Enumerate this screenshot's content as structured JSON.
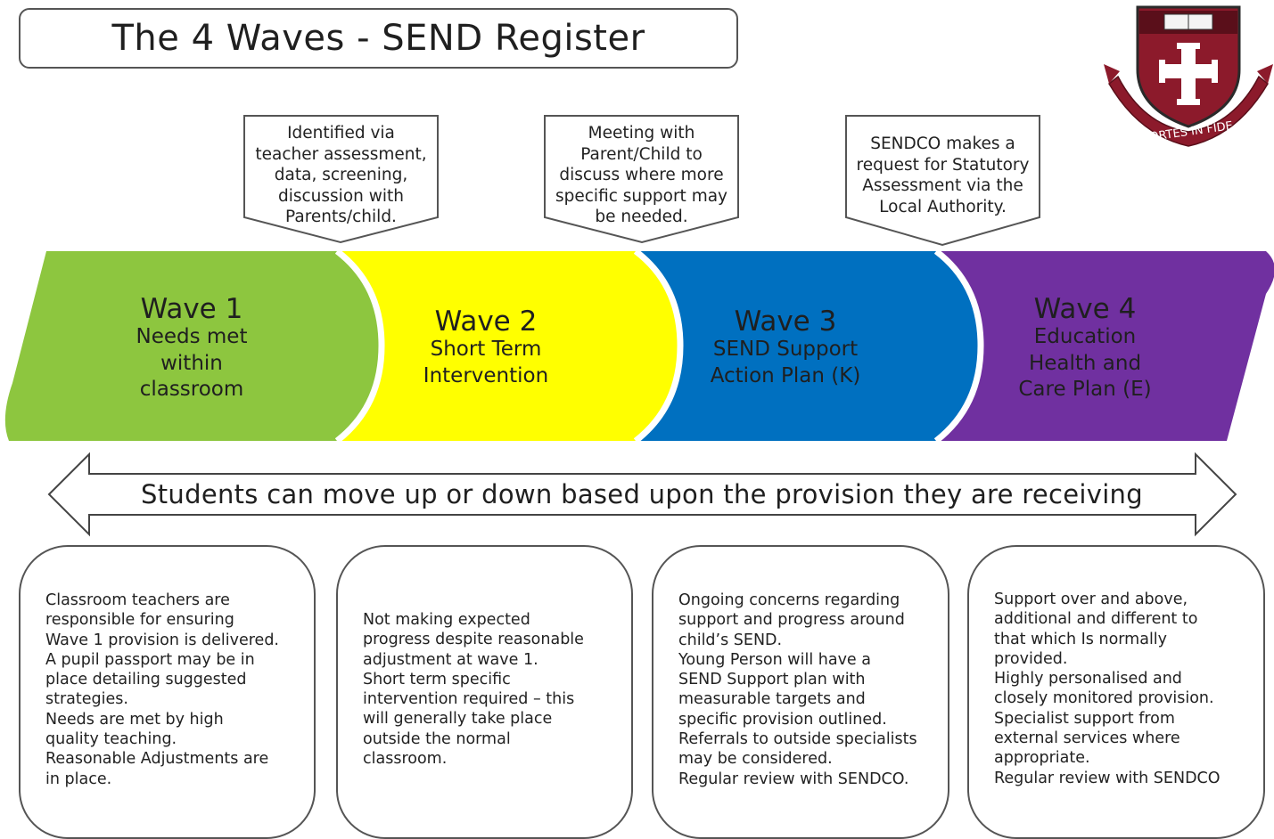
{
  "title": "The 4 Waves - SEND Register",
  "crest": {
    "motto": "FORTES IN FIDE",
    "colors": {
      "shield": "#8c1a2b",
      "cross": "#ffffff",
      "ribbon": "#8c1a2b"
    }
  },
  "callouts": [
    {
      "lines": [
        "Identified via",
        "teacher assessment,",
        "data, screening,",
        "discussion with",
        "Parents/child."
      ]
    },
    {
      "lines": [
        "Meeting with",
        "Parent/Child to",
        "discuss where more",
        "specific support may",
        "be needed."
      ]
    },
    {
      "lines": [
        "SENDCO makes a",
        "request for Statutory",
        "Assessment via the",
        "Local Authority."
      ]
    }
  ],
  "waves": [
    {
      "title": "Wave 1",
      "lines": [
        "Needs met",
        "within",
        "classroom"
      ],
      "color": "#8dc63f",
      "text_color": "#1f1f1f"
    },
    {
      "title": "Wave 2",
      "lines": [
        "Short Term",
        "Intervention"
      ],
      "color": "#ffff00",
      "text_color": "#1f1f1f"
    },
    {
      "title": "Wave 3",
      "lines": [
        "SEND Support",
        "Action Plan (K)"
      ],
      "color": "#0070c0",
      "text_color": "#1f1f1f"
    },
    {
      "title": "Wave 4",
      "lines": [
        "Education",
        "Health and",
        "Care Plan (E)"
      ],
      "color": "#7030a0",
      "text_color": "#1f1f1f"
    }
  ],
  "arrow_text": "Students can move up or down based upon the provision they are receiving",
  "descriptions": [
    {
      "lines": [
        "Classroom teachers are",
        "responsible for ensuring",
        "Wave 1 provision is delivered.",
        "A pupil passport may be in",
        "place detailing suggested",
        "strategies.",
        "Needs are met by high",
        "quality teaching.",
        "Reasonable Adjustments are",
        "in place."
      ]
    },
    {
      "lines": [
        "Not making expected",
        "progress despite reasonable",
        "adjustment at wave 1.",
        "Short term specific",
        "intervention required – this",
        "will generally take place",
        "outside the normal",
        "classroom."
      ]
    },
    {
      "lines": [
        "Ongoing concerns regarding",
        "support and progress around",
        "child’s SEND.",
        "Young Person will have a",
        "SEND Support plan with",
        "measurable targets and",
        "specific provision outlined.",
        "Referrals to outside specialists",
        "may be considered.",
        "Regular review with SENDCO."
      ]
    },
    {
      "lines": [
        "Support over and above,",
        "additional and different to",
        "that which Is normally",
        "provided.",
        "Highly personalised and",
        "closely monitored provision.",
        "Specialist support from",
        "external services where",
        "appropriate.",
        "Regular review with SENDCO"
      ]
    }
  ]
}
